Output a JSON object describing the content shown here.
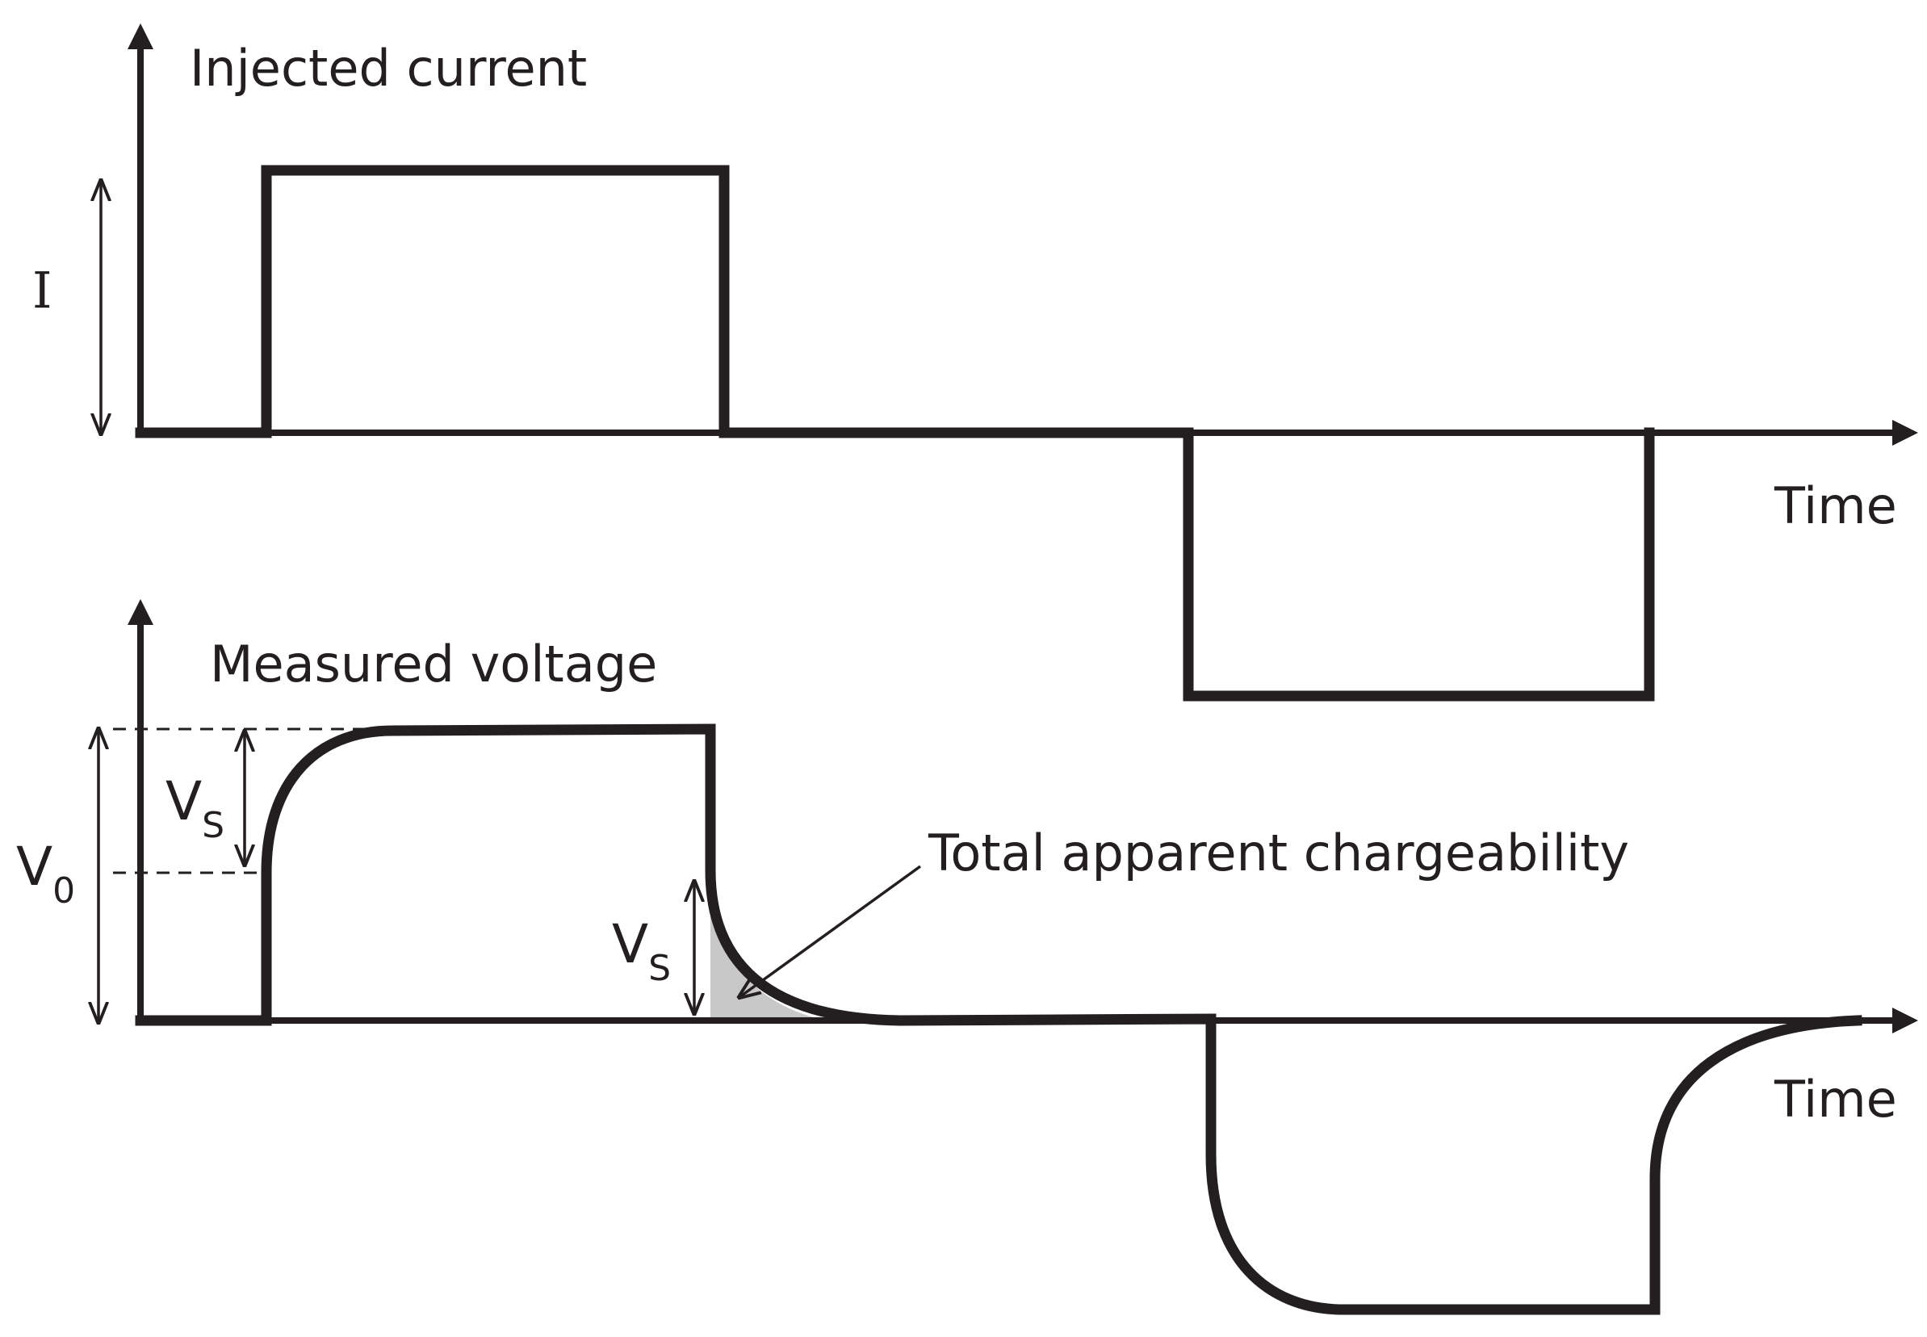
{
  "top_panel": {
    "title": "Injected current",
    "amplitude_label": "I",
    "x_axis_label": "Time"
  },
  "bottom_panel": {
    "title": "Measured voltage",
    "v0_main": "V",
    "v0_sub": "0",
    "vs_main": "V",
    "vs_sub": "S",
    "annotation": "Total apparent chargeability",
    "x_axis_label": "Time"
  },
  "colors": {
    "line": "#231f20",
    "shaded_area": "#c8c8c8"
  }
}
